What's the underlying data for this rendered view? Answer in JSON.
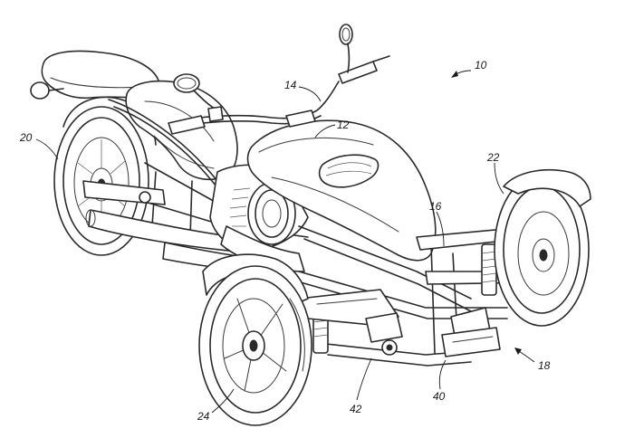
{
  "reference_numerals": {
    "vehicle": "10",
    "body": "12",
    "handlebar": "14",
    "front_frame": "16",
    "front_suspension": "18",
    "rear_wheel": "20",
    "front_wheel_right": "22",
    "front_wheel_left": "24",
    "lower_bracket": "40",
    "steering_link": "42"
  },
  "colors": {
    "line": "#2a2a2a",
    "background": "#ffffff"
  }
}
